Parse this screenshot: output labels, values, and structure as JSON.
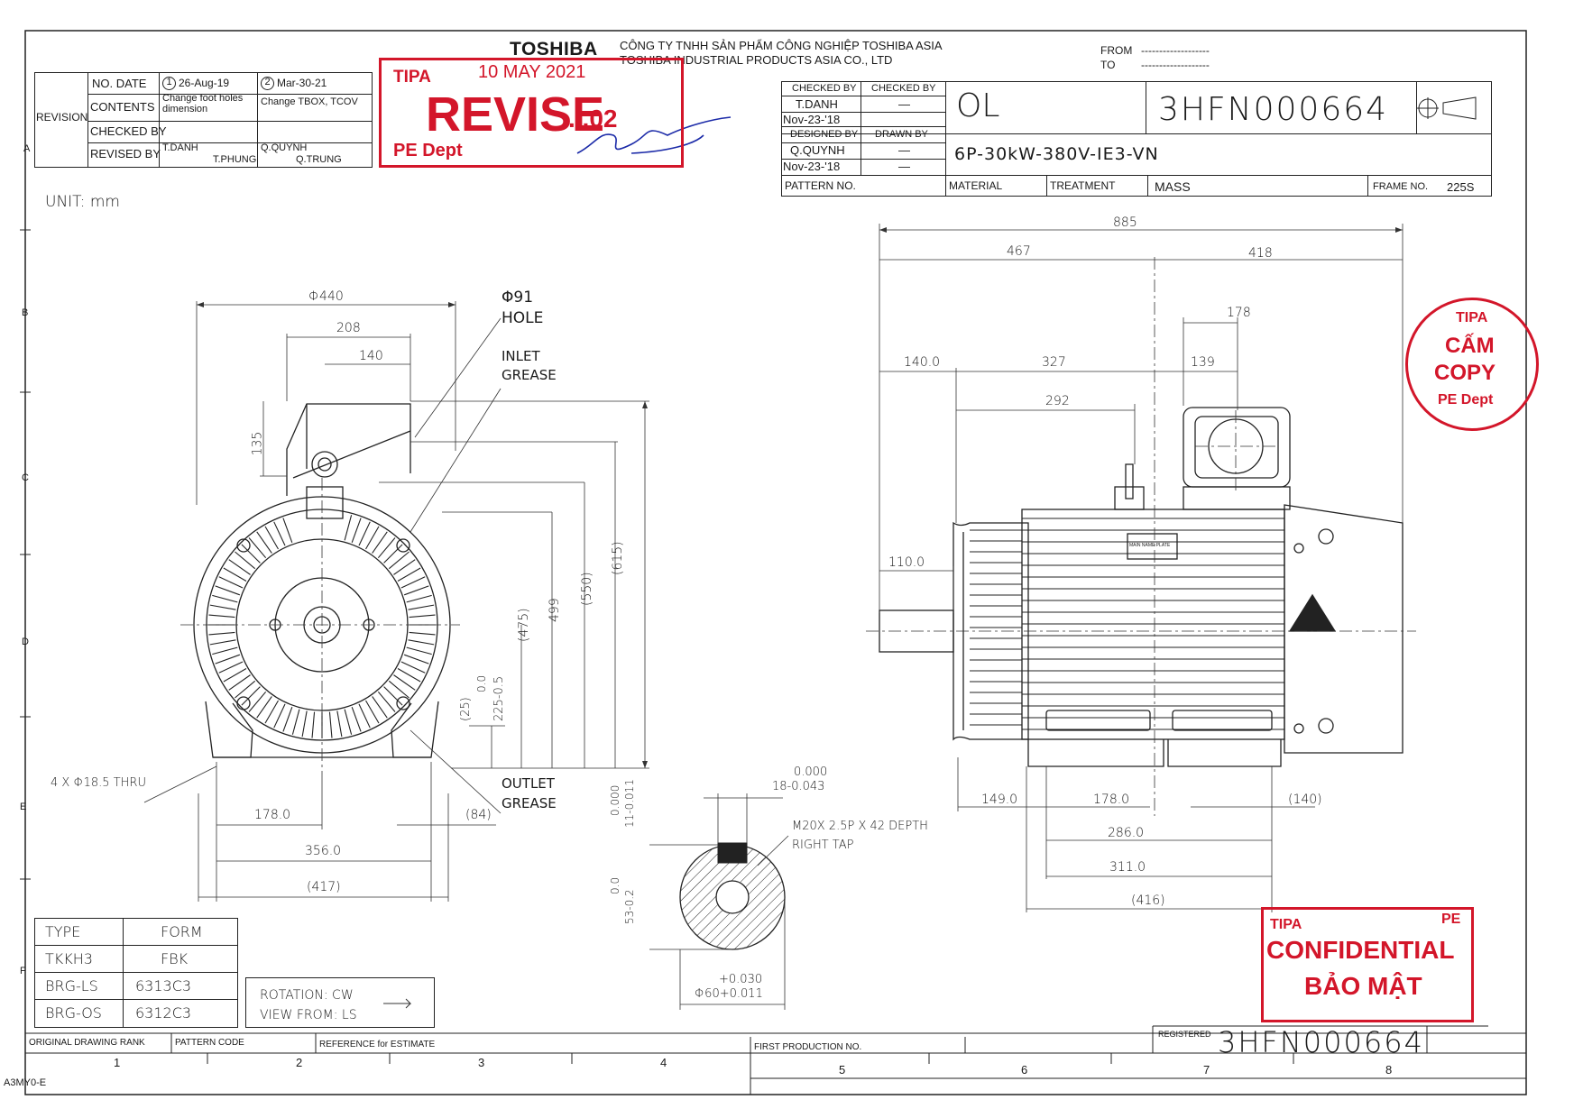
{
  "header": {
    "brand": "TOSHIBA",
    "company_vn": "CÔNG TY TNHH SẢN PHẨM CÔNG NGHIỆP TOSHIBA ASIA",
    "company_en": "TOSHIBA INDUSTRIAL PRODUCTS ASIA CO., LTD",
    "from_label": "FROM",
    "to_label": "TO",
    "from_line": "-------------------",
    "to_line": "-------------------"
  },
  "revision": {
    "label": "REVISION",
    "no_date": "NO. DATE",
    "contents": "CONTENTS",
    "checked_by": "CHECKED BY",
    "revised_by": "REVISED BY",
    "rev1_no": "1",
    "rev1_date": "26-Aug-19",
    "rev1_content": "Change foot holes dimension",
    "rev1_checked": "T.DANH",
    "rev1_revised": "T.PHUNG",
    "rev2_no": "2",
    "rev2_date": "Mar-30-21",
    "rev2_content": "Change TBOX, TCOV",
    "rev2_checked": "Q.QUYNH",
    "rev2_revised": "Q.TRUNG",
    "row_letter": "A"
  },
  "revise_stamp": {
    "org": "TIPA",
    "date": "10 MAY 2021",
    "word": "REVISE",
    "suffix": "...02",
    "dept": "PE Dept"
  },
  "title_block": {
    "checked_by_1": "CHECKED BY",
    "checked_by_2": "CHECKED BY",
    "checker": "T.DANH",
    "checker2": "—",
    "check_date": "Nov-23-'18",
    "designed_by": "DESIGNED BY",
    "drawn_by": "DRAWN BY",
    "designer": "Q.QUYNH",
    "drawer": "—",
    "design_date": "Nov-23-'18",
    "dash3": "—",
    "type_code": "OL",
    "drawing_no": "3HFN000664",
    "spec": "6P-30kW-380V-IE3-VN",
    "pattern_no": "PATTERN NO.",
    "material": "MATERIAL",
    "treatment": "TREATMENT",
    "mass": "MASS",
    "frame_no_label": "FRAME NO.",
    "frame_no": "225S"
  },
  "unit": "UNIT: mm",
  "front_view": {
    "d440": "Φ440",
    "d208": "208",
    "d140": "140",
    "d135": "135",
    "hole_dia": "Φ91",
    "hole": "HOLE",
    "inlet1": "INLET",
    "inlet2": "GREASE",
    "outlet1": "OUTLET",
    "outlet2": "GREASE",
    "d615": "(615)",
    "d550": "(550)",
    "d499": "499",
    "d475": "(475)",
    "d225a": "0.0",
    "d225b": "225-0.5",
    "d25": "(25)",
    "foot_holes": "4 X Φ18.5 THRU",
    "d178": "178.0",
    "d356": "356.0",
    "d417": "(417)",
    "d84": "(84)"
  },
  "side_view": {
    "d885": "885",
    "d467": "467",
    "d418": "418",
    "d178": "178",
    "d140": "140.0",
    "d327": "327",
    "d139": "139",
    "d292": "292",
    "d110": "110.0",
    "d149": "149.0",
    "d178b": "178.0",
    "d140b": "(140)",
    "d286": "286.0",
    "d311": "311.0",
    "d416": "(416)",
    "nameplate": "MAIN NAME PLATE"
  },
  "shaft_detail": {
    "key_tol1": "0.000",
    "key_tol2": "18-0.043",
    "keyh_tol1": "0.000",
    "keyh_tol2": "11-0.011",
    "tap": "M20X 2.5P X 42 DEPTH",
    "tap2": "RIGHT TAP",
    "h_tol1": "0.0",
    "h_tol2": "53-0.2",
    "dia_tol1": "+0.030",
    "dia_tol2": "Φ60+0.011"
  },
  "spec_table": {
    "type_label": "TYPE",
    "form_label": "FORM",
    "type": "TKKH3",
    "form": "FBK",
    "brg_ls_label": "BRG-LS",
    "brg_ls": "6313C3",
    "brg_os_label": "BRG-OS",
    "brg_os": "6312C3",
    "rotation": "ROTATION: CW",
    "view_from": "VIEW FROM: LS"
  },
  "footer": {
    "original_rank": "ORIGINAL DRAWING RANK",
    "pattern_code": "PATTERN CODE",
    "reference": "REFERENCE for ESTIMATE",
    "first_prod": "FIRST PRODUCTION NO.",
    "registered": "REGISTERED",
    "drawing_no": "3HFN000664",
    "sheet_code": "A3MY0-E",
    "cols": [
      "1",
      "2",
      "3",
      "4",
      "5",
      "6",
      "7",
      "8"
    ],
    "rows": [
      "A",
      "B",
      "C",
      "D",
      "E",
      "F"
    ]
  },
  "copy_stamp": {
    "org": "TIPA",
    "l1": "CẤM",
    "l2": "COPY",
    "dept": "PE Dept"
  },
  "confidential_stamp": {
    "org": "TIPA",
    "dept": "PE",
    "l1": "CONFIDENTIAL",
    "l2": "BẢO MẬT"
  },
  "colors": {
    "stamp": "#d3162a",
    "ink": "#1a1a1a",
    "signature": "#1b2aa8"
  }
}
